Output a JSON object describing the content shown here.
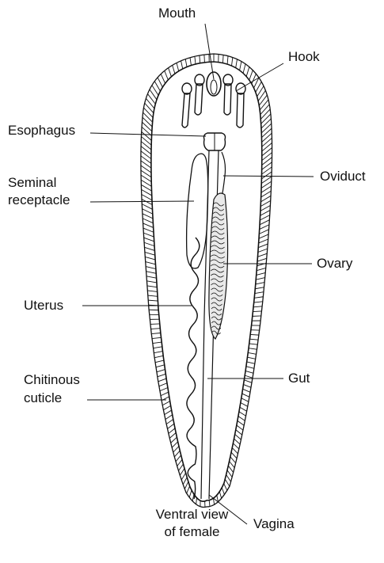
{
  "labels": {
    "mouth": "Mouth",
    "hook": "Hook",
    "esophagus": "Esophagus",
    "seminal_receptacle_line1": "Seminal",
    "seminal_receptacle_line2": "receptacle",
    "oviduct": "Oviduct",
    "ovary": "Ovary",
    "uterus": "Uterus",
    "chitinous_cuticle_line1": "Chitinous",
    "chitinous_cuticle_line2": "cuticle",
    "gut": "Gut",
    "vagina": "Vagina"
  },
  "caption": {
    "line1": "Ventral view",
    "line2": "of female"
  },
  "colors": {
    "ink": "#111111",
    "background": "#ffffff"
  }
}
